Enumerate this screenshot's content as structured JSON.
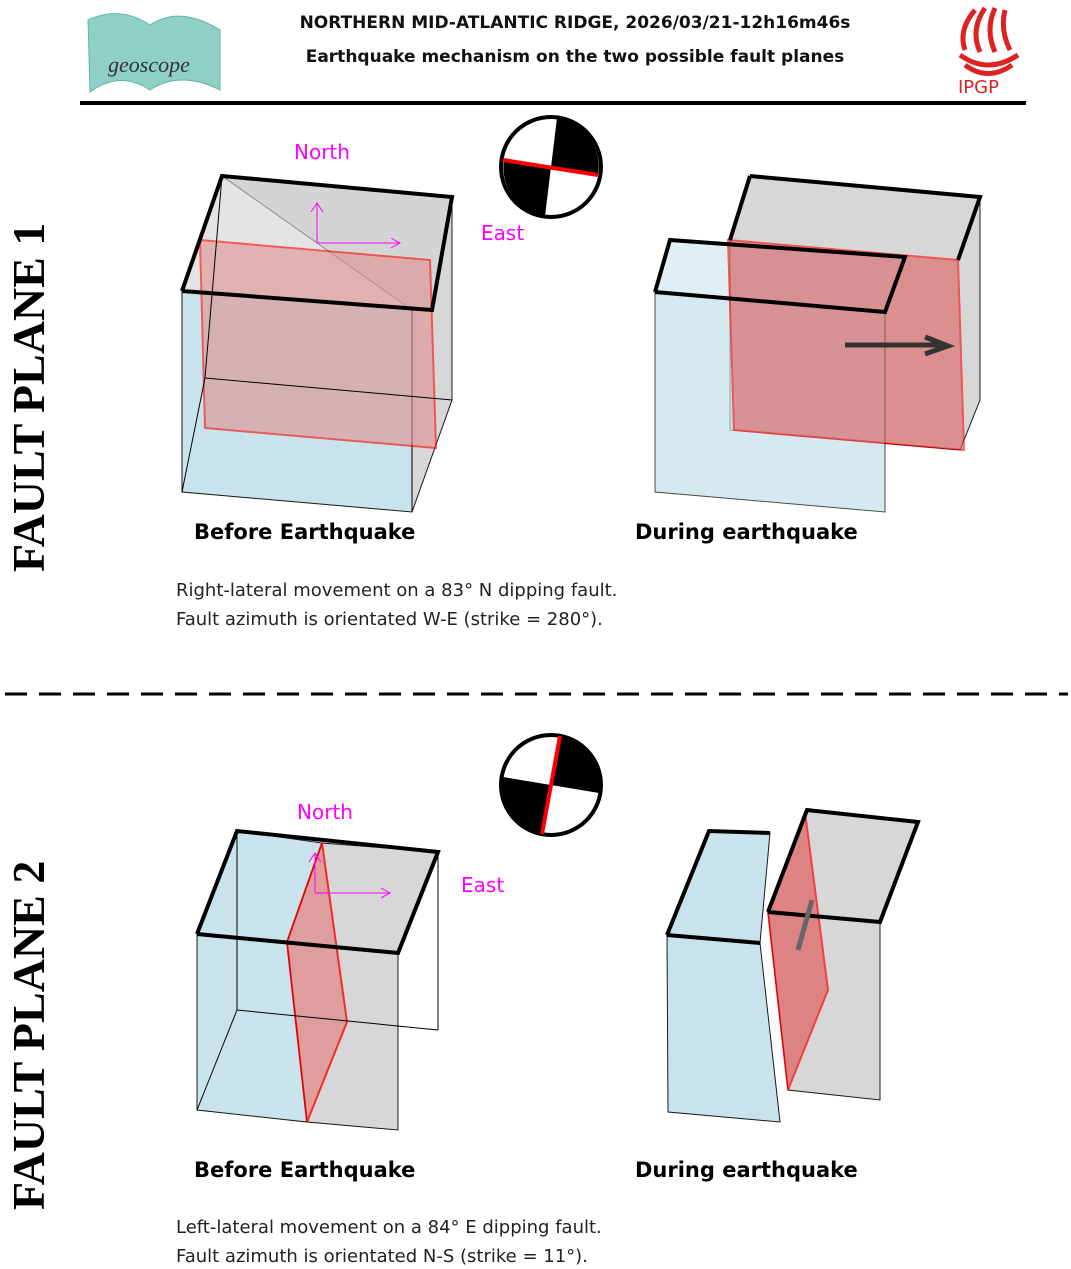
{
  "header": {
    "title": "NORTHERN MID-ATLANTIC RIDGE, 2026/03/21-12h16m46s",
    "subtitle": "Earthquake mechanism on the two possible fault planes",
    "logo_left": "geoscope",
    "logo_right": "IPGP"
  },
  "planes": [
    {
      "label": "FAULT PLANE 1",
      "north": "North",
      "east": "East",
      "before": "Before Earthquake",
      "during": "During earthquake",
      "line1": "Right-lateral movement on a 83° N dipping fault.",
      "line2": "Fault azimuth is orientated W-E (strike = 280°)."
    },
    {
      "label": "FAULT PLANE 2",
      "north": "North",
      "east": "East",
      "before": "Before Earthquake",
      "during": "During earthquake",
      "line1": "Left-lateral movement on a 84° E dipping fault.",
      "line2": "Fault azimuth is orientated N-S (strike = 11°)."
    }
  ],
  "colors": {
    "blue": "#c3e1ea",
    "grey": "#d3d3d3",
    "fault": "#e06060",
    "arrow": "#ff00ff"
  }
}
